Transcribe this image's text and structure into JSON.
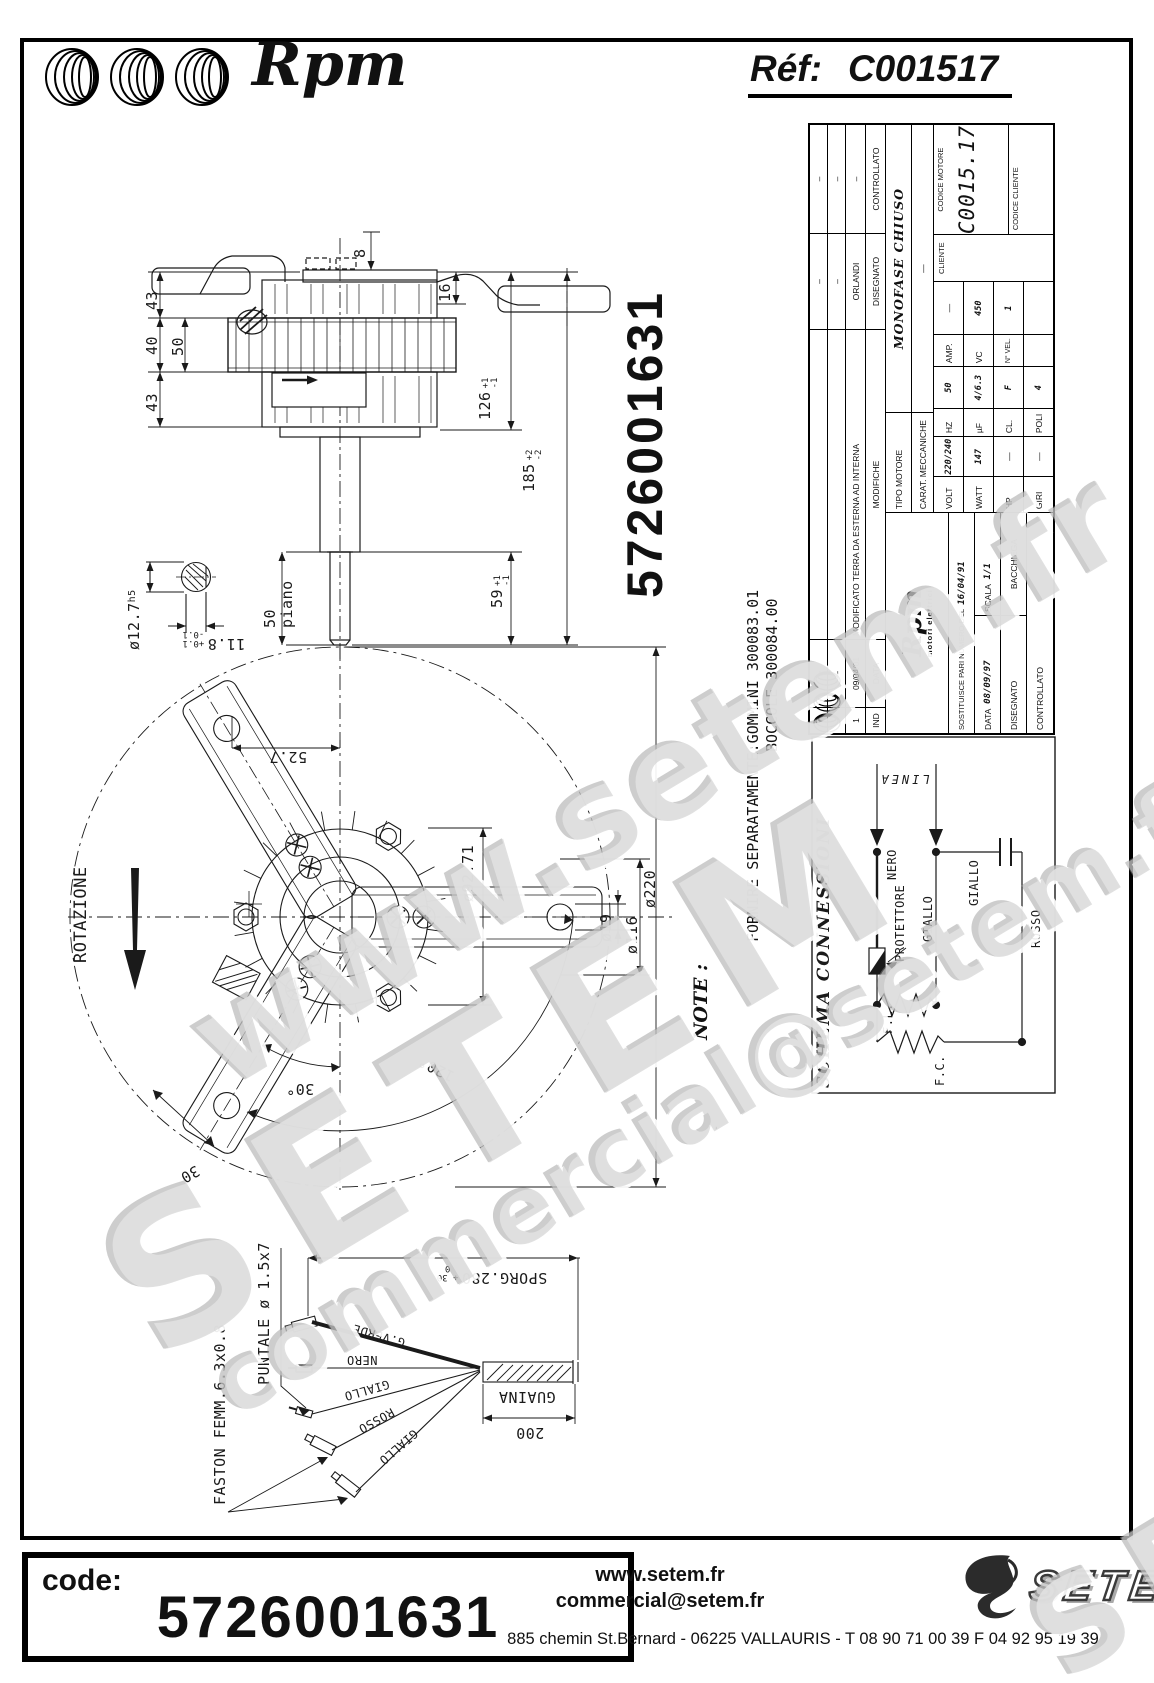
{
  "header": {
    "brand": "Rpm",
    "ref_l": "Réf:",
    "ref_v": "C001517"
  },
  "pn": "5726001631",
  "note": {
    "l": "NOTE :",
    "l1": "FORNIRE SEPARATAMENTE:GOMMINI 300083.01",
    "l2": "BOCCOLE 300084.00"
  },
  "dims": {
    "d43a": "43",
    "d40": "40",
    "d43b": "43",
    "d50": "50",
    "d8": "8",
    "d16": "16",
    "d126": {
      "v": "126",
      "p": "+1",
      "m": "-1"
    },
    "d185": {
      "v": "185",
      "p": "+2",
      "m": "-2"
    },
    "d59": {
      "v": "59",
      "p": "+1",
      "m": "-1"
    },
    "d50p_v": "50",
    "d50p_w": "piano",
    "d127": {
      "v": "ø12.7",
      "sup": "h5"
    },
    "d118": {
      "v": "11.8",
      "p": "+0.1",
      "m": "-0.1"
    }
  },
  "fan": {
    "rot": "ROTAZIONE",
    "f527": "52.7",
    "f9271": "ø92.71",
    "f19": "ø19",
    "f116": "ø116",
    "f220": "ø220",
    "a120": "120°",
    "a30": "30°",
    "w30": "30"
  },
  "cable": {
    "faston": "FASTON FEMM.6.3x0.8",
    "puntale": "PUNTALE ø 1.5x7",
    "gverde": "G.VERDE",
    "nero": "NERO",
    "giallo1": "GIALLO",
    "rosso": "ROSSO",
    "giallo2": "GIALLO",
    "guaina": "GUAINA",
    "d200": "200",
    "sporg": {
      "v": "SPORG.280",
      "p": "+ 30",
      "m": "0"
    }
  },
  "sch": {
    "title": "SCHEMA CONNESSIONI",
    "linea": "LINEA",
    "nero": "NERO",
    "prot": "PROTETTORE",
    "giallo1": "GIALLO",
    "giallo2": "GIALLO",
    "rosso": "ROSSO",
    "fl": "F.L.",
    "fc": "F.C."
  },
  "tb": {
    "rev": {
      "dash": "–",
      "r1": {
        "ind": "1",
        "date": "09/04/01",
        "mod": "MODIFICATO TERRA DA ESTERNA AD INTERNA",
        "dis": "ORLANDI",
        "con": "–"
      },
      "hdr": {
        "ind": "IND",
        "date": "DATA",
        "mod": "MODIFICHE",
        "dis": "DISEGNATO",
        "con": "CONTROLLATO"
      }
    },
    "logo_brand": "Rpm",
    "logo_sub": "motori elettrici",
    "sost_l": "SOSTITUISCE PARI NUMERO DEL",
    "sost_v": "16/04/91",
    "data_l": "DATA",
    "data_v": "08/09/97",
    "scala_l": "SCALA",
    "scala_v": "1/1",
    "dis_l": "DISEGNATO",
    "dis_v": "BACCHIEGA",
    "con_l": "CONTROLLATO",
    "tipo_l": "TIPO MOTORE",
    "tipo_v": "MONOFASE CHIUSO",
    "carat_l": "CARAT. MECCANICHE",
    "carat_v": "—",
    "specs": {
      "volt": {
        "l": "VOLT",
        "v": "220/240"
      },
      "hz": {
        "l": "HZ",
        "v": "50"
      },
      "amp": {
        "l": "AMP.",
        "v": "—"
      },
      "watt": {
        "l": "WATT",
        "v": "147"
      },
      "uf": {
        "l": "µF",
        "v": "4/6.3"
      },
      "vc": {
        "l": "VC",
        "v": "450"
      },
      "hp": {
        "l": "HP",
        "v": "—"
      },
      "cl": {
        "l": "CL.",
        "v": "F"
      },
      "nvel": {
        "l": "N° VEL.",
        "v": "1"
      },
      "giri": {
        "l": "GIRI",
        "v": "—"
      },
      "poli": {
        "l": "POLI",
        "v": "4"
      }
    },
    "cliente": "CLIENTE",
    "cod_mot_l": "CODICE MOTORE",
    "cod_mot_v": "C0015.17",
    "cod_cli_l": "CODICE CLIENTE"
  },
  "wm": [
    "www.setem.fr",
    "SETEM",
    "commercial@setem.fr",
    "SETEM"
  ],
  "footer": {
    "code_l": "code:",
    "code_v": "5726001631",
    "web": "www.setem.fr",
    "email": "commercial@setem.fr",
    "addr": "885 chemin St.Bernard  -  06225 VALLAURIS  -  T 08 90 71 00 39   F 04 92 95 19 39",
    "brand": "SETEM"
  }
}
